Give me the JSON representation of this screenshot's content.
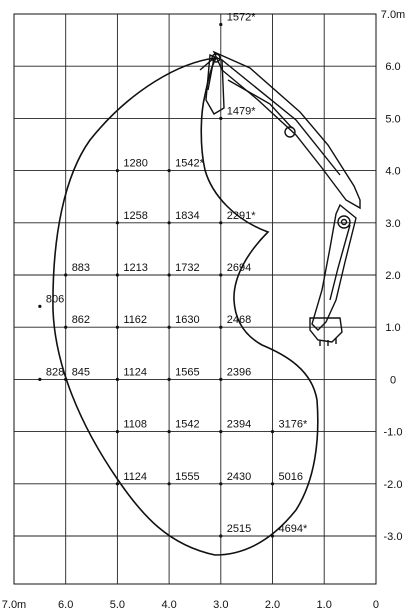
{
  "x_axis": {
    "labels": [
      "7.0m",
      "6.0",
      "5.0",
      "4.0",
      "3.0",
      "2.0",
      "1.0",
      "0"
    ]
  },
  "y_axis": {
    "labels": [
      "7.0m",
      "6.0",
      "5.0",
      "4.0",
      "3.0",
      "2.0",
      "1.0",
      "0",
      "-1.0",
      "-2.0",
      "-3.0"
    ]
  },
  "load_values": [
    {
      "text": "1572*",
      "x": 3.0,
      "y": 6.8
    },
    {
      "text": "1479*",
      "x": 3.0,
      "y": 5.0
    },
    {
      "text": "1280",
      "x": 5.0,
      "y": 4.0
    },
    {
      "text": "1542*",
      "x": 4.0,
      "y": 4.0
    },
    {
      "text": "1258",
      "x": 5.0,
      "y": 3.0
    },
    {
      "text": "1834",
      "x": 4.0,
      "y": 3.0
    },
    {
      "text": "2291*",
      "x": 3.0,
      "y": 3.0
    },
    {
      "text": "883",
      "x": 6.0,
      "y": 2.0
    },
    {
      "text": "1213",
      "x": 5.0,
      "y": 2.0
    },
    {
      "text": "1732",
      "x": 4.0,
      "y": 2.0
    },
    {
      "text": "2694",
      "x": 3.0,
      "y": 2.0
    },
    {
      "text": "806",
      "x": 6.5,
      "y": 1.4
    },
    {
      "text": "862",
      "x": 6.0,
      "y": 1.0
    },
    {
      "text": "1162",
      "x": 5.0,
      "y": 1.0
    },
    {
      "text": "1630",
      "x": 4.0,
      "y": 1.0
    },
    {
      "text": "2468",
      "x": 3.0,
      "y": 1.0
    },
    {
      "text": "828",
      "x": 6.5,
      "y": 0.0
    },
    {
      "text": "845",
      "x": 6.0,
      "y": 0.0
    },
    {
      "text": "1124",
      "x": 5.0,
      "y": 0.0
    },
    {
      "text": "1565",
      "x": 4.0,
      "y": 0.0
    },
    {
      "text": "2396",
      "x": 3.0,
      "y": 0.0
    },
    {
      "text": "1108",
      "x": 5.0,
      "y": -1.0
    },
    {
      "text": "1542",
      "x": 4.0,
      "y": -1.0
    },
    {
      "text": "2394",
      "x": 3.0,
      "y": -1.0
    },
    {
      "text": "3176*",
      "x": 2.0,
      "y": -1.0
    },
    {
      "text": "1124",
      "x": 5.0,
      "y": -2.0
    },
    {
      "text": "1555",
      "x": 4.0,
      "y": -2.0
    },
    {
      "text": "2430",
      "x": 3.0,
      "y": -2.0
    },
    {
      "text": "5016",
      "x": 2.0,
      "y": -2.0
    },
    {
      "text": "2515",
      "x": 3.0,
      "y": -3.0
    },
    {
      "text": "4694*",
      "x": 2.0,
      "y": -3.0
    }
  ],
  "colors": {
    "line": "#111111",
    "grid": "#222222",
    "background": "#ffffff"
  }
}
